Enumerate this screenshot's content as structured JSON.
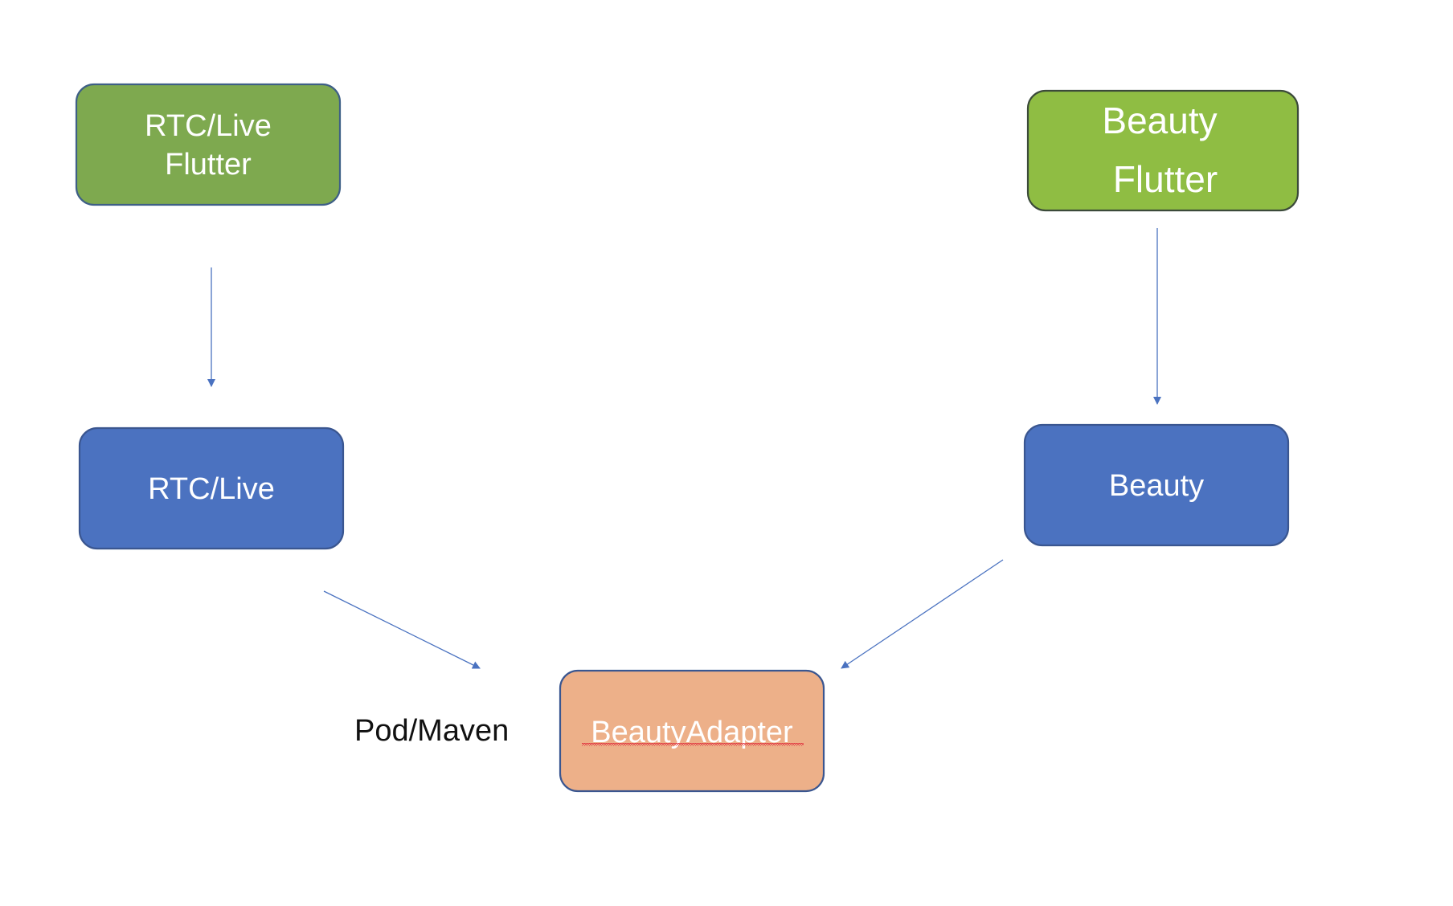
{
  "nodes": {
    "rtc_live_flutter": {
      "lines": [
        "RTC/Live",
        "Flutter"
      ],
      "fill": "#7ea94f",
      "stroke": "#3e5f86"
    },
    "beauty_flutter": {
      "lines": [
        "Beauty",
        "Flutter"
      ],
      "fill": "#8fbd43",
      "stroke": "#3b4a3a"
    },
    "rtc_live": {
      "lines": [
        "RTC/Live"
      ],
      "fill": "#4b72c0",
      "stroke": "#3a5690"
    },
    "beauty": {
      "lines": [
        "Beauty"
      ],
      "fill": "#4b72c0",
      "stroke": "#3a5690"
    },
    "beauty_adapter": {
      "lines": [
        "BeautyAdapter"
      ],
      "fill": "#edb089",
      "stroke": "#3a5690",
      "spellcheck_underline_color": "#e0303c"
    }
  },
  "labels": {
    "pod_maven": "Pod/Maven"
  },
  "edges": [
    {
      "from": "rtc_live_flutter",
      "to": "rtc_live"
    },
    {
      "from": "beauty_flutter",
      "to": "beauty"
    },
    {
      "from": "rtc_live",
      "to": "beauty_adapter"
    },
    {
      "from": "beauty",
      "to": "beauty_adapter"
    }
  ],
  "colors": {
    "edge": "#4a72c0",
    "background": "#ffffff"
  }
}
